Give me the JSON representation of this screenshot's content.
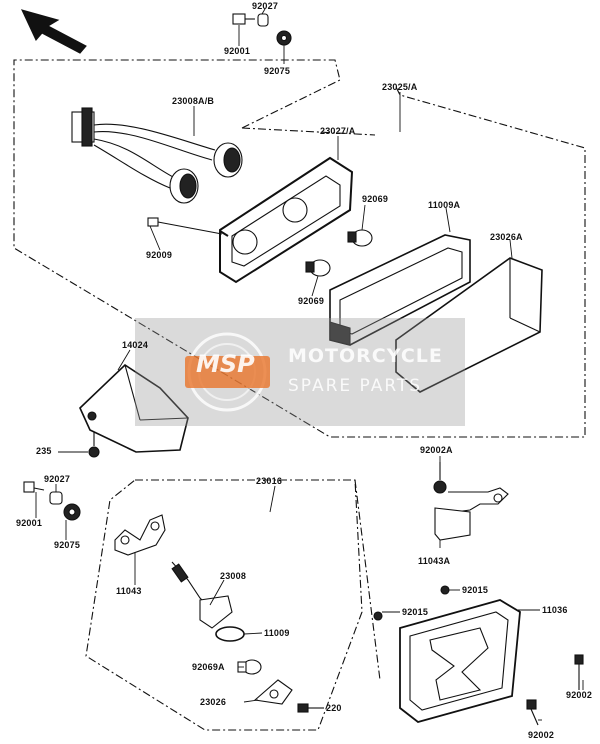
{
  "diagram": {
    "part_labels": [
      "92027",
      "92001",
      "92075",
      "23008A/B",
      "23025/A",
      "23027/A",
      "92069",
      "11009A",
      "23026A",
      "92009",
      "92069",
      "14024",
      "235",
      "92002A",
      "92027",
      "92001",
      "92075",
      "23016",
      "11043A",
      "11043",
      "23008",
      "11009",
      "92069A",
      "23026",
      "220",
      "92015",
      "92015",
      "11036",
      "92002",
      "92002"
    ]
  },
  "watermark": {
    "logo_text": "MSP",
    "line1": "MOTORCYCLE",
    "line2": "SPARE PARTS"
  },
  "colors": {
    "ink": "#111111",
    "watermark_band": "#969696",
    "logo_orange": "#e8742a"
  }
}
